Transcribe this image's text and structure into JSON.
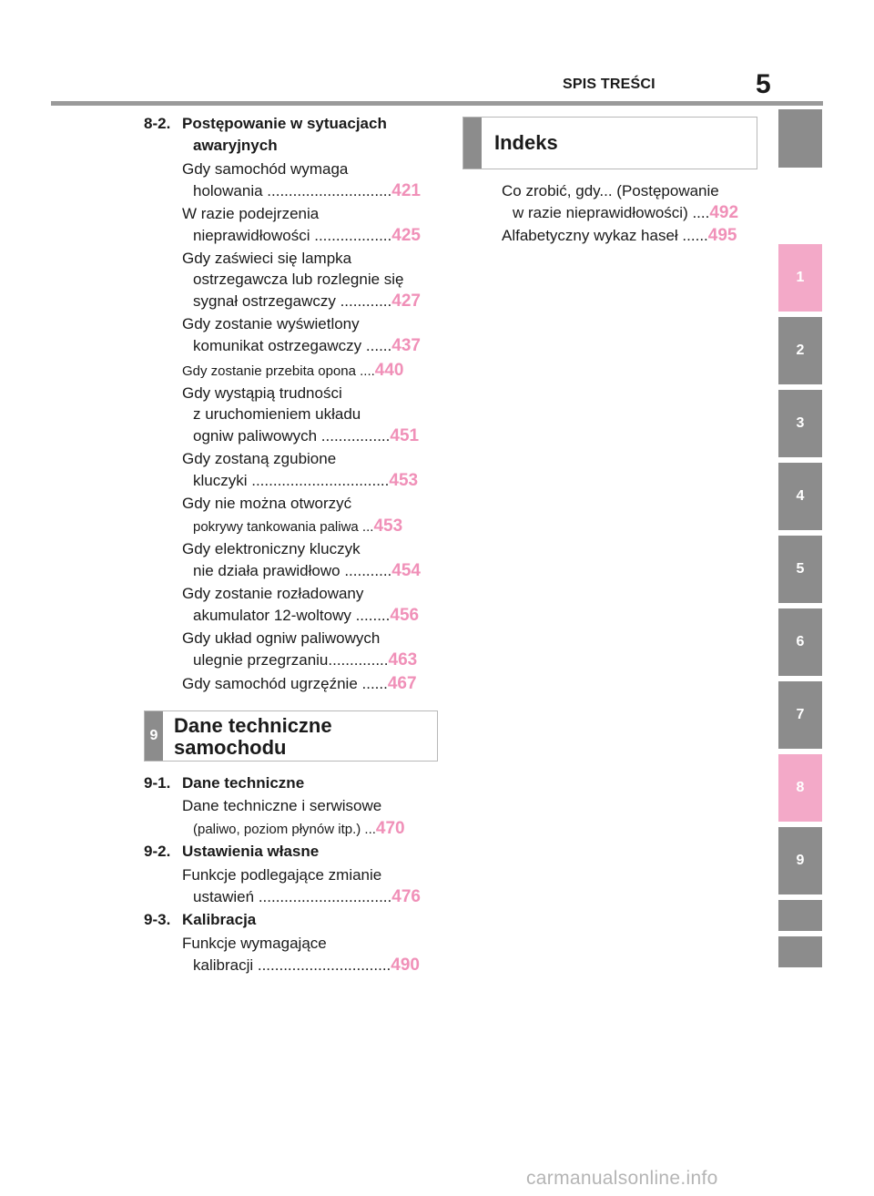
{
  "header": {
    "title": "SPIS TREŚCI",
    "page_number": "5"
  },
  "side_tabs": [
    {
      "label": "",
      "highlight": false
    },
    {
      "label": "1",
      "highlight": true
    },
    {
      "label": "2",
      "highlight": false
    },
    {
      "label": "3",
      "highlight": false
    },
    {
      "label": "4",
      "highlight": false
    },
    {
      "label": "5",
      "highlight": false
    },
    {
      "label": "6",
      "highlight": false
    },
    {
      "label": "7",
      "highlight": false
    },
    {
      "label": "8",
      "highlight": true
    },
    {
      "label": "9",
      "highlight": false
    },
    {
      "label": "",
      "highlight": false
    },
    {
      "label": "",
      "highlight": false
    }
  ],
  "section_8_2": {
    "number": "8-2.",
    "title_line1": "Postępowanie w sytuacjach",
    "title_line2": "awaryjnych",
    "entries": [
      {
        "lines": [
          "Gdy samochód wymaga"
        ],
        "last": "holowania .............................",
        "page": "421"
      },
      {
        "lines": [
          "W razie podejrzenia"
        ],
        "last": "nieprawidłowości ..................",
        "page": "425"
      },
      {
        "lines": [
          "Gdy zaświeci się lampka",
          "ostrzegawcza lub rozlegnie się"
        ],
        "last": "sygnał ostrzegawczy ............",
        "page": "427"
      },
      {
        "lines": [
          "Gdy zostanie wyświetlony"
        ],
        "last": "komunikat ostrzegawczy ......",
        "page": "437"
      },
      {
        "lines": [],
        "last": "Gdy zostanie przebita opona ....",
        "page": "440"
      },
      {
        "lines": [
          "Gdy wystąpią trudności",
          "z uruchomieniem układu"
        ],
        "last": "ogniw paliwowych ................",
        "page": "451"
      },
      {
        "lines": [
          "Gdy zostaną zgubione"
        ],
        "last": "kluczyki ................................",
        "page": "453"
      },
      {
        "lines": [
          "Gdy nie można otworzyć"
        ],
        "last": "pokrywy tankowania paliwa ...",
        "page": "453"
      },
      {
        "lines": [
          "Gdy elektroniczny kluczyk"
        ],
        "last": "nie działa prawidłowo ...........",
        "page": "454"
      },
      {
        "lines": [
          "Gdy zostanie rozładowany"
        ],
        "last": "akumulator 12-woltowy ........",
        "page": "456"
      },
      {
        "lines": [
          "Gdy układ ogniw paliwowych"
        ],
        "last": "ulegnie przegrzaniu..............",
        "page": "463"
      },
      {
        "lines": [],
        "last": "Gdy samochód ugrzęźnie ......",
        "page": "467"
      }
    ]
  },
  "section_9": {
    "number": "9",
    "title_line1": "Dane techniczne",
    "title_line2": "samochodu",
    "subsections": [
      {
        "number": "9-1.",
        "title": "Dane techniczne",
        "line1": "Dane techniczne i serwisowe",
        "last": "(paliwo, poziom płynów itp.) ...",
        "page": "470"
      },
      {
        "number": "9-2.",
        "title": "Ustawienia własne",
        "line1": "Funkcje podlegające zmianie",
        "last": "ustawień ...............................",
        "page": "476"
      },
      {
        "number": "9-3.",
        "title": "Kalibracja",
        "line1": "Funkcje wymagające",
        "last": "kalibracji ...............................",
        "page": "490"
      }
    ]
  },
  "index": {
    "title": "Indeks",
    "entries": [
      {
        "line1": "Co zrobić, gdy... (Postępowanie",
        "last": "w razie nieprawidłowości) ....",
        "page": "492"
      },
      {
        "line1": "",
        "last": "Alfabetyczny wykaz haseł ......",
        "page": "495"
      }
    ]
  },
  "watermark": "carmanualsonline.info"
}
